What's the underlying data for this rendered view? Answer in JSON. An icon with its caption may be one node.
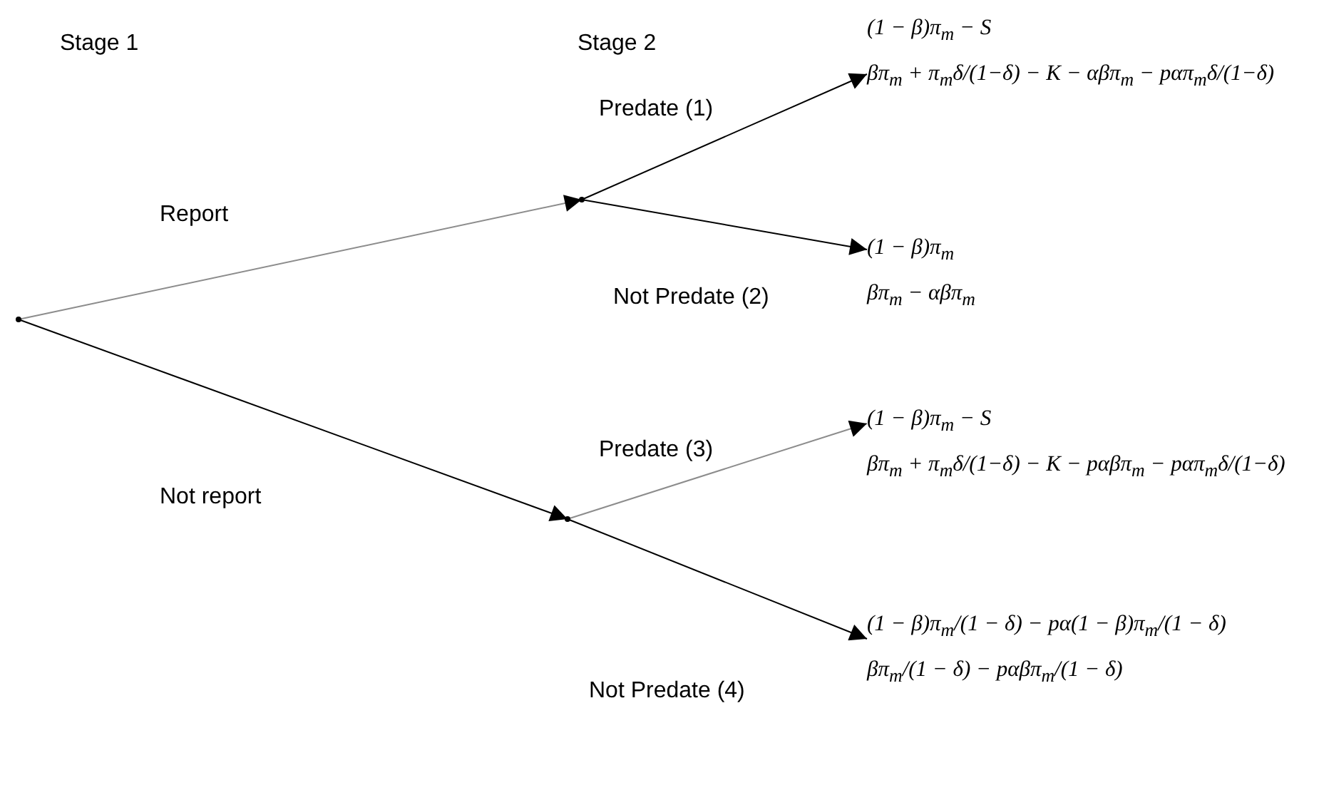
{
  "diagram": {
    "nodes": [
      {
        "text": [],
        "shape": "point"
      },
      {
        "text": [],
        "shape": "point"
      },
      {
        "text": [],
        "shape": "point"
      },
      {
        "text": [
          "(1 − β)π$_{m}$ − S",
          "βπ$_{m}$ + π$_{m}$δ/(1−δ) − K − αβπ$_{m}$ − pαπ$_{m}$δ/(1−δ)"
        ]
      },
      {
        "text": [
          "(1 − β)π$_{m}$",
          "βπ$_{m}$ − αβπ$_{m}$"
        ]
      },
      {
        "text": [
          "(1 − β)π$_{m}$ − S",
          "βπ$_{m}$ + π$_{m}$δ/(1−δ) − K − pαβπ$_{m}$ − pαπ$_{m}$δ/(1−δ)"
        ]
      },
      {
        "text": [
          "(1 − β)π$_{m}$/(1 − δ) − pα(1 − β)π$_{m}$/(1 − δ)",
          "βπ$_{m}$/(1 − δ) − pαβπ$_{m}$/(1 − δ)"
        ]
      }
    ],
    "edges": [
      {
        "from": 0,
        "to": 1,
        "arrow": "to",
        "label": "Report",
        "color": "#8c8c8c"
      },
      {
        "from": 0,
        "to": 2,
        "arrow": "to",
        "label": "Not report"
      },
      {
        "from": 1,
        "to": 3,
        "arrow": "to",
        "label": "Predate (1)"
      },
      {
        "from": 1,
        "to": 4,
        "arrow": "to",
        "label": "Not Predate (2)"
      },
      {
        "from": 2,
        "to": 5,
        "arrow": "to",
        "label": "Predate (3)",
        "color": "#8c8c8c"
      },
      {
        "from": 2,
        "to": 6,
        "arrow": "to",
        "label": "Not Predate (4)"
      }
    ],
    "labels": [
      "Stage 1",
      "Stage 2"
    ]
  }
}
